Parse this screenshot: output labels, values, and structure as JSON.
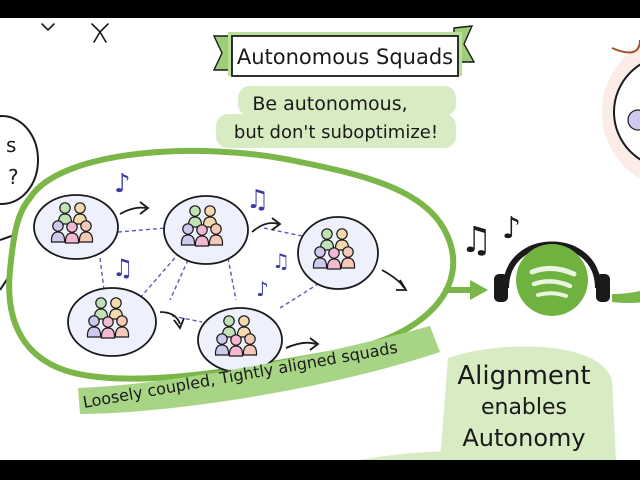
{
  "title": "Autonomous Squads",
  "motto": [
    "Be autonomous,",
    "but don't suboptimize!"
  ],
  "group_label": "Loosely coupled, Tightly aligned squads",
  "conclusion": [
    "Alignment",
    "enables",
    "Autonomy"
  ],
  "partial_left_text": [
    "s",
    "?"
  ],
  "colors": {
    "ink": "#1a1a1a",
    "green": "#7ab648",
    "highlight": "#d7ecc3",
    "squad_fill": "#eef0fb",
    "note_blue": "#3a3aa0",
    "spotify_green": "#6fb240"
  },
  "icons": [
    "squad-icon",
    "music-note-icon",
    "headphones-icon",
    "spotify-logo-icon",
    "arrow-icon"
  ]
}
